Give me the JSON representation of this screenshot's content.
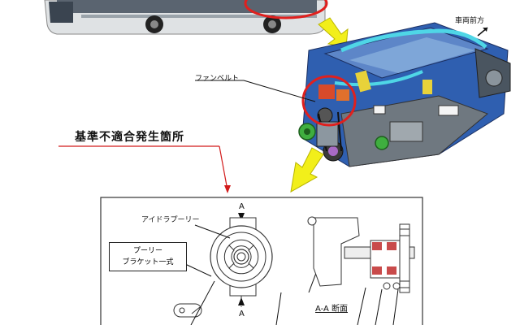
{
  "labels": {
    "direction": "車両前方",
    "fan_belt": "ファンベルト",
    "heading": "基準不適合発生箇所",
    "idler_pulley": "アイドラプーリー",
    "pulley_bracket_line1": "プーリー",
    "pulley_bracket_line2": "ブラケット一式",
    "section_a_top": "A",
    "section_a_bottom": "A",
    "section_view": "A-A 断面"
  },
  "colors": {
    "highlight_circle": "#e0201e",
    "callout_arrow": "#f2ef1a",
    "heading_arrow": "#d21b1b",
    "engine_blue": "#2f5fb0"
  }
}
